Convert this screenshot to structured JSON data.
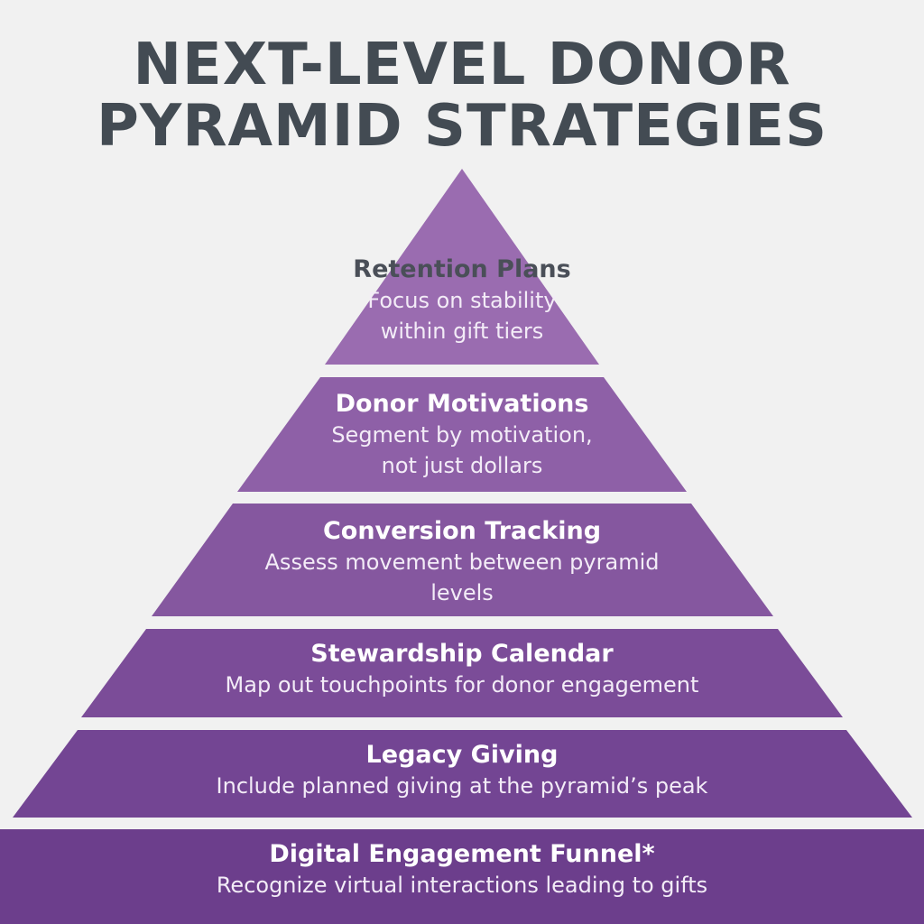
{
  "title": {
    "line1": "NEXT-LEVEL DONOR",
    "line2": "PYRAMID STRATEGIES"
  },
  "colors": {
    "background": "#f1f1f1",
    "title": "#434b53",
    "tier_top": "#9a6cb0",
    "tier_bottom": "#6c3e8c"
  },
  "tiers": [
    {
      "heading": "Retention Plans",
      "description": "Focus on stability within gift tiers"
    },
    {
      "heading": "Donor Motivations",
      "description": "Segment by motivation, not just dollars"
    },
    {
      "heading": "Conversion Tracking",
      "description": "Assess movement between pyramid levels"
    },
    {
      "heading": "Stewardship Calendar",
      "description": "Map out touchpoints for donor engagement"
    },
    {
      "heading": "Legacy Giving",
      "description": "Include planned giving at the pyramid’s peak"
    },
    {
      "heading": "Digital Engagement Funnel*",
      "description": "Recognize virtual interactions leading to gifts"
    }
  ]
}
